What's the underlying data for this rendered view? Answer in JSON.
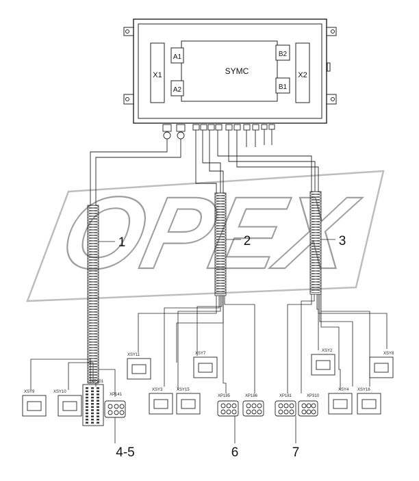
{
  "controller": {
    "name": "SYMC",
    "connectors": {
      "x1": "X1",
      "x2": "X2",
      "a1": "A1",
      "a2": "A2",
      "b1": "B1",
      "b2": "B2"
    }
  },
  "watermark": "OPEX",
  "harness_labels": [
    "1",
    "2",
    "3"
  ],
  "group_labels": [
    "4-5",
    "6",
    "7"
  ],
  "small_labels": {
    "c1": "XSY9",
    "c2": "XSY10",
    "c3": "XP101",
    "c4": "XP141",
    "c5": "XSY11",
    "c6": "XSY3",
    "c7": "XSY15",
    "c8": "XSY7",
    "c9": "XP185",
    "c10": "XP186",
    "c11": "XP181",
    "c12": "XP310",
    "c13": "XSY2",
    "c14": "XSY4",
    "c15": "XSY16",
    "c16": "XSY8"
  }
}
